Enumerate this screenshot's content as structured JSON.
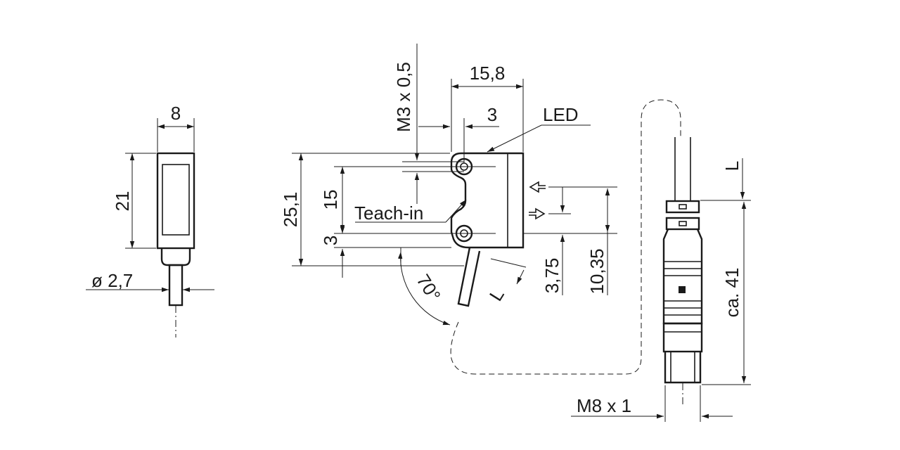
{
  "labels": {
    "width_8": "8",
    "height_21": "21",
    "diameter": "ø  2,7",
    "top_15_8": "15,8",
    "thread_m3": "M3 x 0,5",
    "dim_3_top": "3",
    "led": "LED",
    "height_25_1": "25,1",
    "dim_15": "15",
    "teach_in": "Teach-in",
    "dim_3_side": "3",
    "angle_70": "70°",
    "cable_l": "L",
    "dim_3_75": "3,75",
    "dim_10_35": "10,35",
    "conn_l": "L",
    "ca_41": "ca.  41",
    "thread_m8": "M8 x 1"
  }
}
